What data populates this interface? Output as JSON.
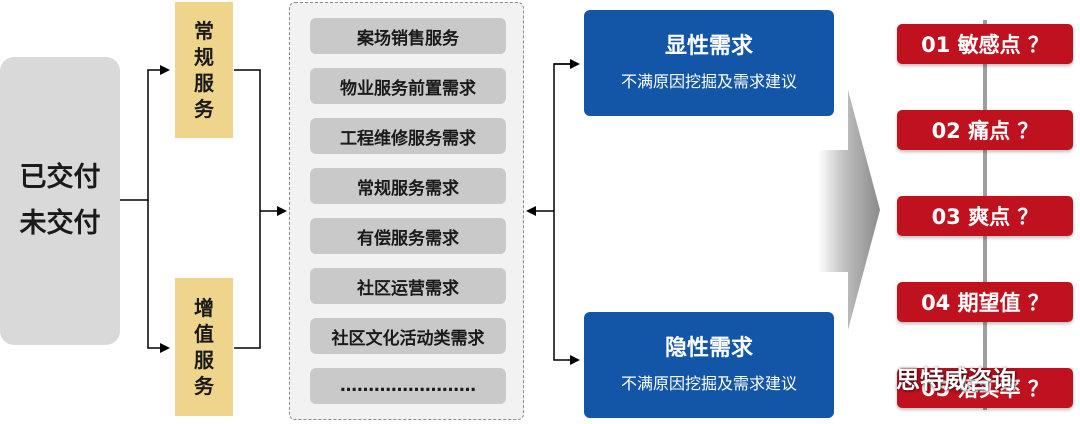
{
  "status": {
    "line1": "已交付",
    "line2": "未交付"
  },
  "service_types": [
    {
      "chars": [
        "常",
        "规",
        "服",
        "务"
      ]
    },
    {
      "chars": [
        "增",
        "值",
        "服",
        "务"
      ]
    }
  ],
  "service_needs": [
    "案场销售服务",
    "物业服务前置需求",
    "工程维修服务需求",
    "常规服务需求",
    "有偿服务需求",
    "社区运营需求",
    "社区文化活动类需求",
    "……………………"
  ],
  "need_types": [
    {
      "title": "显性需求",
      "subtitle": "不满原因挖掘及需求建议"
    },
    {
      "title": "隐性需求",
      "subtitle": "不满原因挖掘及需求建议"
    }
  ],
  "points": [
    "01  敏感点 ？",
    "02  痛点 ？",
    "03  爽点 ？",
    "04  期望值 ？",
    "05  落实率 ？"
  ],
  "watermark": "思特威咨询",
  "colors": {
    "navy": "#1356a8",
    "red": "#c0111f",
    "tan": "#efd48c",
    "gray": "#d9d9d9"
  }
}
